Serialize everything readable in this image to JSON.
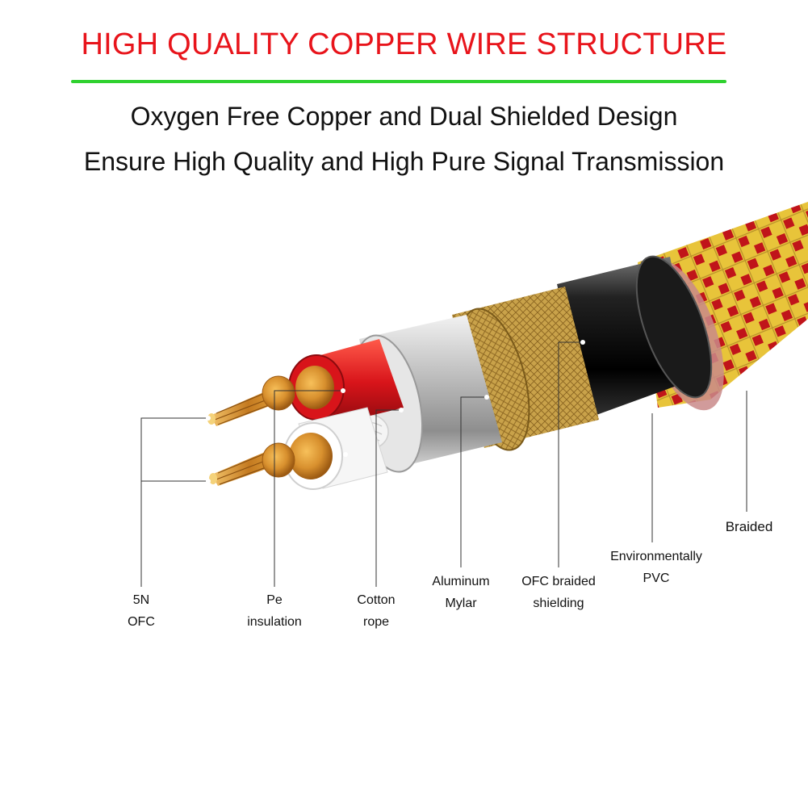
{
  "header": {
    "title": "HIGH QUALITY COPPER WIRE STRUCTURE",
    "subtitle_line1": "Oxygen Free Copper and Dual Shielded Design",
    "subtitle_line2": "Ensure High Quality and High Pure Signal Transmission"
  },
  "colors": {
    "title": "#e8141b",
    "rule": "#2fd12f",
    "braid_yellow": "#e8c43a",
    "braid_red": "#c0141a",
    "copper": "#d8902e",
    "red_insulation": "#d8141a",
    "shield_gold": "#c9a24a"
  },
  "labels": {
    "ofc": [
      "5N",
      "OFC"
    ],
    "pe": [
      "Pe",
      "insulation"
    ],
    "cotton": [
      "Cotton",
      "rope"
    ],
    "mylar": [
      "Aluminum",
      "Mylar"
    ],
    "shield": [
      "OFC braided",
      "shielding"
    ],
    "pvc": [
      "Environmentally",
      "PVC"
    ],
    "braided": [
      "Braided"
    ]
  }
}
